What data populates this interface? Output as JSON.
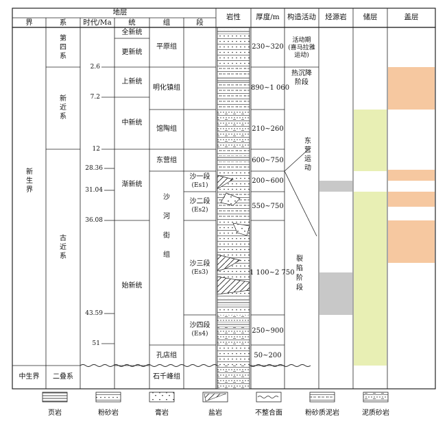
{
  "header": {
    "strata": "地层",
    "erathem": "界",
    "system": "系",
    "age": "时代/Ma",
    "series": "统",
    "formation": "组",
    "member": "段",
    "lithology": "岩性",
    "thickness": "厚度/m",
    "tectonics": "构造活动",
    "source_rock": "烃源岩",
    "reservoir": "储层",
    "cap_rock": "盖层"
  },
  "erathem": {
    "cenozoic": "新生界",
    "mesozoic": "中生界"
  },
  "system": {
    "quaternary": "第四系",
    "neogene": "新近系",
    "paleogene": "古近系",
    "triassic": "二叠系"
  },
  "ages": [
    "2.6",
    "7.2",
    "12",
    "28.36",
    "31.04",
    "36.08",
    "43.59",
    "51"
  ],
  "series": {
    "holocene": "全新统",
    "pleistocene": "更新统",
    "pliocene": "上新统",
    "miocene": "中新统",
    "oligocene": "渐新统",
    "eocene": "始新统"
  },
  "formations": {
    "pingyuan": "平原组",
    "minghuazhen": "明化镇组",
    "guantao": "馆陶组",
    "dongying": "东营组",
    "shahejie": "沙河街组",
    "kongdian": "孔店组",
    "shiqianfeng": "石千峰组"
  },
  "members": {
    "es1_name": "沙一段",
    "es1_code": "(Es1)",
    "es2_name": "沙二段",
    "es2_code": "(Es2)",
    "es3_name": "沙三段",
    "es3_code": "(Es3)",
    "es4_name": "沙四段",
    "es4_code": "(Es4)"
  },
  "thickness": [
    "230~320",
    "890~1 060",
    "210~260",
    "600~750",
    "200~600",
    "550~750",
    "1 100~2 750",
    "250~900",
    "50~200"
  ],
  "tectonics": {
    "active_line1": "活动期",
    "active_line2": "(喜马拉雅",
    "active_line3": "运动)",
    "thermal": "热沉降",
    "thermal2": "阶段",
    "dongying_movement": "东营运动",
    "rift": "裂陷阶段"
  },
  "legend": {
    "shale": "页岩",
    "siltstone": "粉砂岩",
    "gypsum": "膏岩",
    "salt": "盐岩",
    "unconformity": "不整合面",
    "silty_mudstone": "粉砂质泥岩",
    "muddy_sandstone": "泥质砂岩"
  },
  "colors": {
    "source_rock": "#c8c8c8",
    "reservoir": "#e8efb4",
    "cap_rock": "#f6c8a0",
    "line": "#222222"
  }
}
